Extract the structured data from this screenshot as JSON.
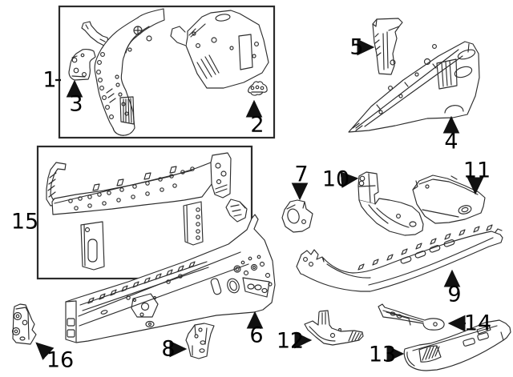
{
  "diagram": {
    "kind": "exploded-parts-line-diagram",
    "background_color": "#ffffff",
    "line_color": "#2d2d2d",
    "box_color": "#2b2b2b",
    "label_color": "#000000",
    "arrow_color": "#111111"
  },
  "callouts": [
    {
      "number": "1",
      "arrow": "dash",
      "boxed": true
    },
    {
      "number": "2",
      "arrow": "up",
      "boxed": false
    },
    {
      "number": "3",
      "arrow": "up",
      "boxed": false
    },
    {
      "number": "4",
      "arrow": "up",
      "boxed": false
    },
    {
      "number": "5",
      "arrow": "right",
      "boxed": false
    },
    {
      "number": "6",
      "arrow": "up",
      "boxed": false
    },
    {
      "number": "7",
      "arrow": "down",
      "boxed": false
    },
    {
      "number": "8",
      "arrow": "right",
      "boxed": false
    },
    {
      "number": "9",
      "arrow": "up",
      "boxed": false
    },
    {
      "number": "10",
      "arrow": "right",
      "boxed": false
    },
    {
      "number": "11",
      "arrow": "down",
      "boxed": false
    },
    {
      "number": "12",
      "arrow": "right",
      "boxed": false
    },
    {
      "number": "13",
      "arrow": "right",
      "boxed": false
    },
    {
      "number": "14",
      "arrow": "left",
      "boxed": false
    },
    {
      "number": "15",
      "arrow": "none",
      "boxed": true
    },
    {
      "number": "16",
      "arrow": "up-left",
      "boxed": false
    }
  ]
}
